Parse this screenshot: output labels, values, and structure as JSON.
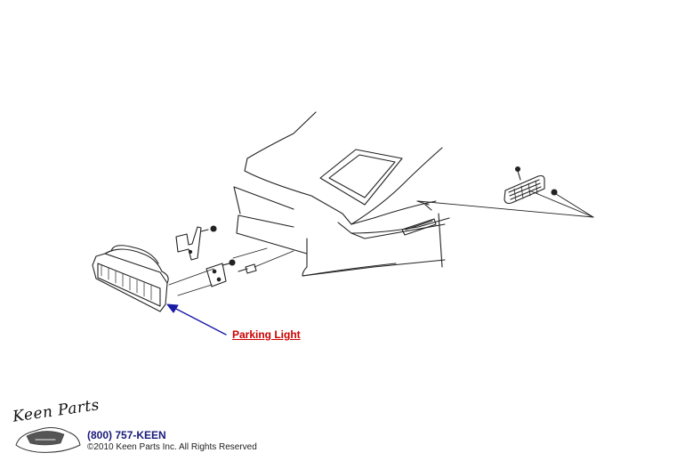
{
  "callout": {
    "label": "Parking Light",
    "arrow_color": "#1a1aa8",
    "link_color": "#cc0000"
  },
  "branding": {
    "logo_text": "Keen Parts",
    "phone": "(800) 757-KEEN",
    "copyright": "©2010 Keen Parts Inc. All Rights Reserved"
  }
}
